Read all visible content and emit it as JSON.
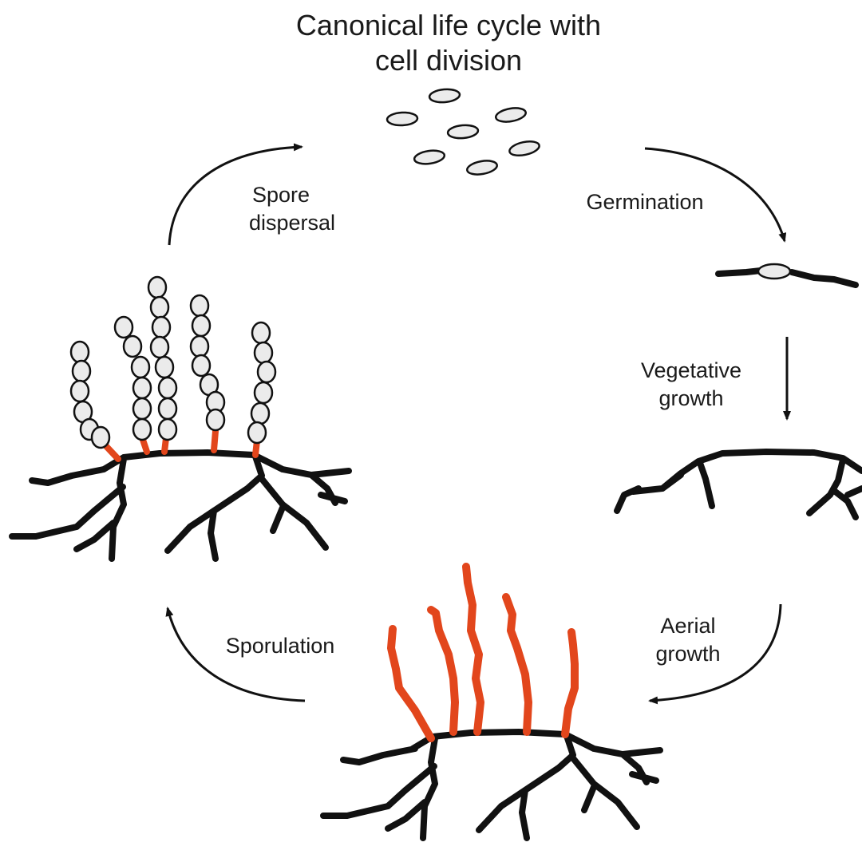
{
  "title": {
    "line1": "Canonical life cycle with",
    "line2": "cell division"
  },
  "steps": {
    "germination": "Germination",
    "vegetative_line1": "Vegetative",
    "vegetative_line2": "growth",
    "aerial_line1": "Aerial",
    "aerial_line2": "growth",
    "sporulation": "Sporulation",
    "dispersal_line1": "Spore",
    "dispersal_line2": "dispersal"
  },
  "colors": {
    "aerial_hyphae": "#e2461c",
    "spore_fill": "#ebebeb",
    "ink": "#111111"
  }
}
